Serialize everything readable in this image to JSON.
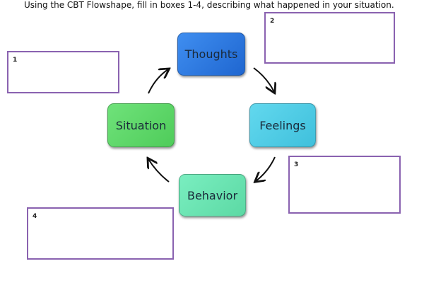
{
  "instruction": "Using the CBT Flowshape, fill in boxes 1-4, describing what happened in your situation.",
  "nodes": {
    "thoughts": {
      "label": "Thoughts",
      "color": "#2f7be0"
    },
    "feelings": {
      "label": "Feelings",
      "color": "#4fcde6"
    },
    "behavior": {
      "label": "Behavior",
      "color": "#6ee3b0"
    },
    "situation": {
      "label": "Situation",
      "color": "#5fd968"
    }
  },
  "answer_boxes": [
    {
      "number": "1"
    },
    {
      "number": "2"
    },
    {
      "number": "3"
    },
    {
      "number": "4"
    }
  ],
  "box_border_color": "#8a62b0"
}
